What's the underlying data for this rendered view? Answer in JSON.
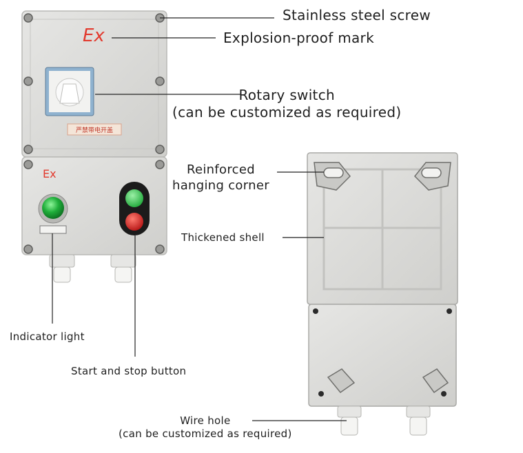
{
  "labels": {
    "screw": "Stainless steel screw",
    "ex_mark": "Explosion-proof mark",
    "rotary_line1": "Rotary switch",
    "rotary_line2": "(can be customized as required)",
    "hanging_line1": "Reinforced",
    "hanging_line2": "hanging corner",
    "shell": "Thickened shell",
    "indicator": "Indicator light",
    "start_stop": "Start and stop button",
    "wire_line1": "Wire hole",
    "wire_line2": "(can be customized as required)"
  },
  "device_markings": {
    "ex_top": "Ex",
    "ex_bottom": "Ex",
    "switch_plate": "严禁带电开盖"
  },
  "colors": {
    "enclosure": "#dcdcda",
    "ex_red": "#e23a2e",
    "indicator_green": "#1fae3a",
    "button_green": "#2ec24a",
    "button_red": "#d11f1f",
    "leader_line": "#222222"
  }
}
